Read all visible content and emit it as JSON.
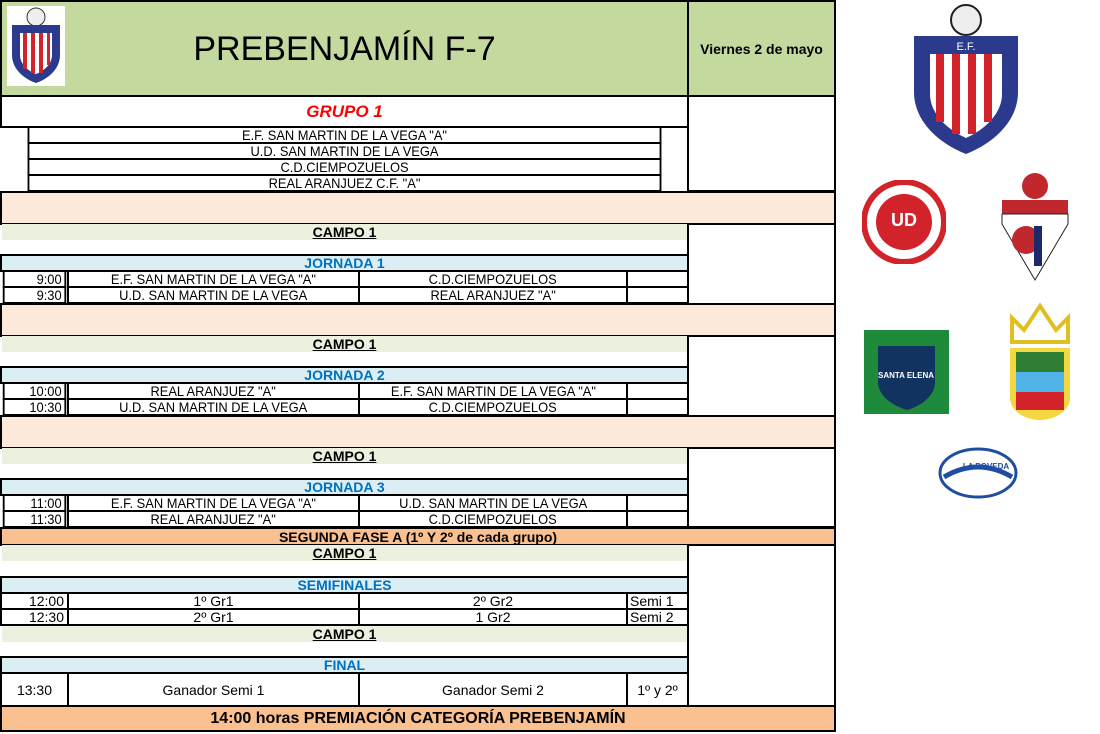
{
  "header": {
    "title": "PREBENJAMÍN F-7",
    "date": "Viernes 2 de mayo"
  },
  "group": {
    "title": "GRUPO 1",
    "teams": [
      "E.F. SAN MARTIN DE LA VEGA \"A\"",
      "U.D. SAN MARTIN DE LA VEGA",
      "C.D.CIEMPOZUELOS",
      "REAL ARANJUEZ C.F. \"A\""
    ]
  },
  "field_label": "CAMPO 1",
  "rounds": [
    {
      "title": "JORNADA 1",
      "matches": [
        {
          "time": "9:00",
          "home": "E.F. SAN MARTIN DE LA VEGA \"A\"",
          "away": "C.D.CIEMPOZUELOS",
          "note": ""
        },
        {
          "time": "9:30",
          "home": "U.D. SAN MARTIN DE LA VEGA",
          "away": "REAL ARANJUEZ \"A\"",
          "note": ""
        }
      ]
    },
    {
      "title": "JORNADA 2",
      "matches": [
        {
          "time": "10:00",
          "home": "REAL ARANJUEZ \"A\"",
          "away": "E.F. SAN MARTIN DE LA VEGA \"A\"",
          "note": ""
        },
        {
          "time": "10:30",
          "home": "U.D. SAN MARTIN DE LA VEGA",
          "away": "C.D.CIEMPOZUELOS",
          "note": ""
        }
      ]
    },
    {
      "title": "JORNADA 3",
      "matches": [
        {
          "time": "11:00",
          "home": "E.F. SAN MARTIN DE LA VEGA \"A\"",
          "away": "U.D. SAN MARTIN DE LA VEGA",
          "note": ""
        },
        {
          "time": "11:30",
          "home": "REAL ARANJUEZ \"A\"",
          "away": "C.D.CIEMPOZUELOS",
          "note": ""
        }
      ]
    }
  ],
  "second_phase": "SEGUNDA FASE A (1º Y 2º de cada grupo)",
  "semis": {
    "title": "SEMIFINALES",
    "matches": [
      {
        "time": "12:00",
        "home": "1º Gr1",
        "away": "2º Gr2",
        "note": "Semi 1"
      },
      {
        "time": "12:30",
        "home": "2º Gr1",
        "away": "1 Gr2",
        "note": "Semi 2"
      }
    ]
  },
  "final": {
    "title": "FINAL",
    "time": "13:30",
    "home": "Ganador Semi 1",
    "away": "Ganador Semi 2",
    "note": "1º y 2º"
  },
  "awards": "14:00 horas  PREMIACIÓN CATEGORÍA PREBENJAMÍN",
  "logos": {
    "ef": "E.F. SAN MARTIN",
    "ud": "UD",
    "aranjuez": "REAL ARANJUEZ",
    "santa_elena": "SANTA ELENA",
    "poveda": "LA POVEDA"
  },
  "colors": {
    "header": "#c3d99e",
    "peach": "#fde9d9",
    "campo": "#ebf1de",
    "round": "#daeef3",
    "round_text": "#0070c0",
    "orange": "#fac090",
    "group_title": "#ff0000"
  }
}
